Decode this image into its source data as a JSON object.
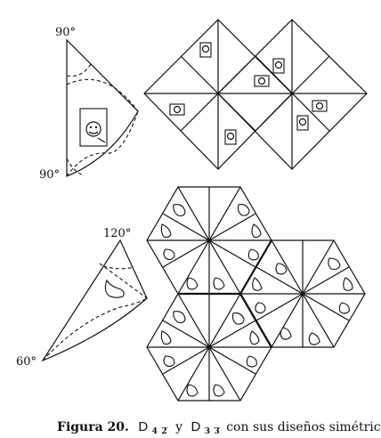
{
  "figure": {
    "top_model": {
      "angle_top": "90°",
      "angle_bottom": "90°"
    },
    "bottom_model": {
      "angle_top": "120°",
      "angle_bottom": "60°"
    },
    "caption": {
      "label": "Figura 20.",
      "group1_base": "D",
      "group1_sub": "4",
      "group1_sub2": "2",
      "connector": "y",
      "group2_base": "D",
      "group2_sub": "3",
      "group2_sub2": "3",
      "rest": "con sus diseños simétricos"
    }
  }
}
